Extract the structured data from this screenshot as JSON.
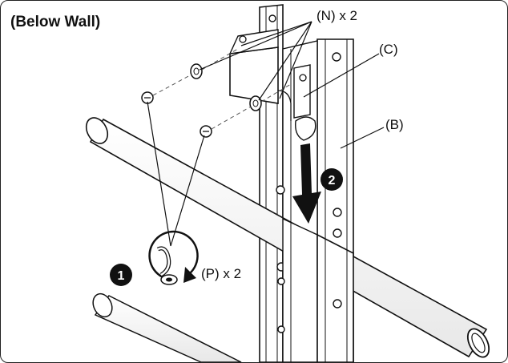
{
  "title": "(Below Wall)",
  "labels": {
    "n": "(N) x 2",
    "c": "(C)",
    "b": "(B)",
    "p": "(P) x 2"
  },
  "steps": [
    "1",
    "2"
  ],
  "colors": {
    "stroke": "#111111",
    "step_badge": "#111111",
    "background": "#ffffff"
  }
}
